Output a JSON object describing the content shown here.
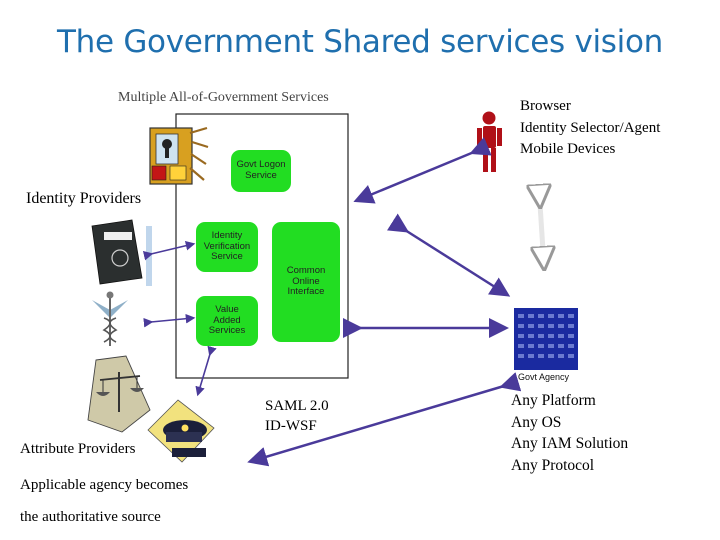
{
  "title": "The Government Shared services vision",
  "services_caption": "Multiple All-of-Government Services",
  "client_lines": [
    "Browser",
    "Identity Selector/Agent",
    "Mobile Devices"
  ],
  "identity_providers_label": "Identity Providers",
  "boxes": {
    "logon": "Govt Logon\nService",
    "identity_verification": "Identity\nVerification\nService",
    "common_online": "Common\nOnline\nInterface",
    "value_added": "Value\nAdded\nServices"
  },
  "agency_label": "Govt Agency",
  "protocol_lines": [
    "SAML 2.0",
    "ID-WSF"
  ],
  "attribute_providers_label": "Attribute Providers",
  "authoritative_lines": [
    "Applicable agency becomes",
    "the authoritative source"
  ],
  "platform_lines": [
    "Any Platform",
    "Any OS",
    "Any IAM Solution",
    "Any Protocol"
  ],
  "icons": [
    "padlock-keys-icon",
    "passport-icon",
    "medical-caduceus-icon",
    "justice-scales-icon",
    "police-cap-icon",
    "person-icon",
    "agency-building-icon"
  ],
  "colors": {
    "title": "#1f6fae",
    "service_box": "#22dd22",
    "arrow": "#4a3a9a",
    "person": "#b01018",
    "building": "#1a2aa0"
  }
}
